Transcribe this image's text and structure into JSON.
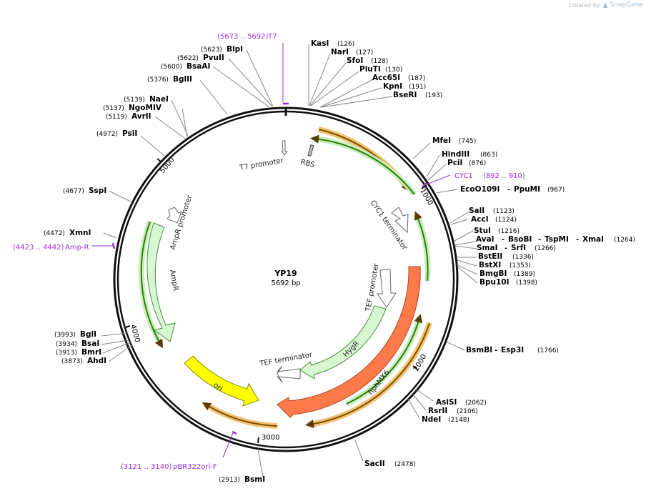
{
  "brand": {
    "created_by": "Created by",
    "app": "SnapGene"
  },
  "plasmid": {
    "name": "YP19",
    "size": "5692 bp",
    "length": 5692
  },
  "colors": {
    "backbone": "#111111",
    "site_line": "#777777",
    "primer": "#9b30d9",
    "ampr_fill": "#d7f7d2",
    "ori_fill": "#ffff00",
    "hph_fill": "#ff7a4a",
    "hyg_fill": "#d7f7d2",
    "promoter_fill": "#ffffff",
    "orf_arrow_orange": "#e8a020",
    "orf_arrow_green": "#3aa020"
  },
  "ticks": [
    "1000",
    "2000",
    "3000",
    "4000",
    "5000"
  ],
  "primers": [
    {
      "name": "T7",
      "range": "(5673 .. 5692)"
    },
    {
      "name": "CYC1",
      "range": "(892 .. 910)"
    },
    {
      "name": "Amp-R",
      "range": "(4423 .. 4442)"
    },
    {
      "name": "pBR322ori-F",
      "range": "(3121 .. 3140)"
    }
  ],
  "features": [
    {
      "name": "T7 promoter"
    },
    {
      "name": "RBS"
    },
    {
      "name": "CYC1 terminator"
    },
    {
      "name": "TEF promoter"
    },
    {
      "name": "HygR"
    },
    {
      "name": "hphMX6"
    },
    {
      "name": "TEF terminator"
    },
    {
      "name": "ori"
    },
    {
      "name": "AmpR"
    },
    {
      "name": "AmpR promoter"
    }
  ],
  "sites_right": [
    {
      "name": "KasI",
      "pos": "(126)"
    },
    {
      "name": "NarI",
      "pos": "(127)"
    },
    {
      "name": "SfoI",
      "pos": "(128)"
    },
    {
      "name": "PluTI",
      "pos": "(130)"
    },
    {
      "name": "Acc65I",
      "pos": "(187)"
    },
    {
      "name": "KpnI",
      "pos": "(191)"
    },
    {
      "name": "BseRI",
      "pos": "(193)"
    },
    {
      "name": "MfeI",
      "pos": "(745)"
    },
    {
      "name": "HindIII",
      "pos": "(863)"
    },
    {
      "name": "PciI",
      "pos": "(876)"
    },
    {
      "name": "EcoO109I",
      "name2": "PpuMI",
      "pos": "(967)"
    },
    {
      "name": "SalI",
      "pos": "(1123)"
    },
    {
      "name": "AccI",
      "pos": "(1124)"
    },
    {
      "name": "StuI",
      "pos": "(1216)"
    },
    {
      "name": "AvaI",
      "name2": "BsoBI",
      "name3": "TspMI",
      "name4": "XmaI",
      "pos": "(1264)"
    },
    {
      "name": "SmaI",
      "name2": "SrfI",
      "pos": "(1266)"
    },
    {
      "name": "BstEII",
      "pos": "(1336)"
    },
    {
      "name": "BstXI",
      "pos": "(1353)"
    },
    {
      "name": "BmgBI",
      "pos": "(1389)"
    },
    {
      "name": "Bpu10I",
      "pos": "(1398)"
    },
    {
      "name": "BsmBI",
      "name2": "Esp3I",
      "pos": "(1766)"
    },
    {
      "name": "AsiSI",
      "pos": "(2062)"
    },
    {
      "name": "RsrII",
      "pos": "(2106)"
    },
    {
      "name": "NdeI",
      "pos": "(2148)"
    },
    {
      "name": "SacII",
      "pos": "(2478)"
    }
  ],
  "sites_left": [
    {
      "name": "BlpI",
      "pos": "(5623)"
    },
    {
      "name": "PvuII",
      "pos": "(5622)"
    },
    {
      "name": "BsaAI",
      "pos": "(5600)"
    },
    {
      "name": "BglII",
      "pos": "(5376)"
    },
    {
      "name": "NaeI",
      "pos": "(5139)"
    },
    {
      "name": "NgoMIV",
      "pos": "(5137)"
    },
    {
      "name": "AvrII",
      "pos": "(5119)"
    },
    {
      "name": "PsiI",
      "pos": "(4972)"
    },
    {
      "name": "SspI",
      "pos": "(4677)"
    },
    {
      "name": "XmnI",
      "pos": "(4472)"
    },
    {
      "name": "BglI",
      "pos": "(3993)"
    },
    {
      "name": "BsaI",
      "pos": "(3934)"
    },
    {
      "name": "BmrI",
      "pos": "(3913)"
    },
    {
      "name": "AhdI",
      "pos": "(3873)"
    },
    {
      "name": "BsmI",
      "pos": "(2913)"
    }
  ]
}
